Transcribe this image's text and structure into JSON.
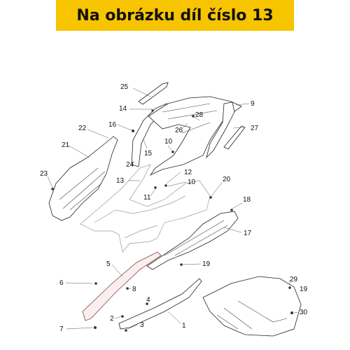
{
  "header": {
    "title": "Na obrázku díl číslo 13",
    "background": "#f7c400"
  },
  "callouts": {
    "c1": "1",
    "c2": "2",
    "c3": "3",
    "c4": "4",
    "c5": "5",
    "c6": "6",
    "c7": "7",
    "c8": "8",
    "c9": "9",
    "c10a": "10",
    "c10b": "10",
    "c11": "11",
    "c12": "12",
    "c13": "13",
    "c14": "14",
    "c15": "15",
    "c16": "16",
    "c17": "17",
    "c18": "18",
    "c19a": "19",
    "c19b": "19",
    "c20": "20",
    "c21": "21",
    "c22": "22",
    "c23": "23",
    "c24": "24",
    "c25": "25",
    "c26": "26",
    "c27": "27",
    "c28": "28",
    "c29": "29",
    "c30": "30"
  }
}
